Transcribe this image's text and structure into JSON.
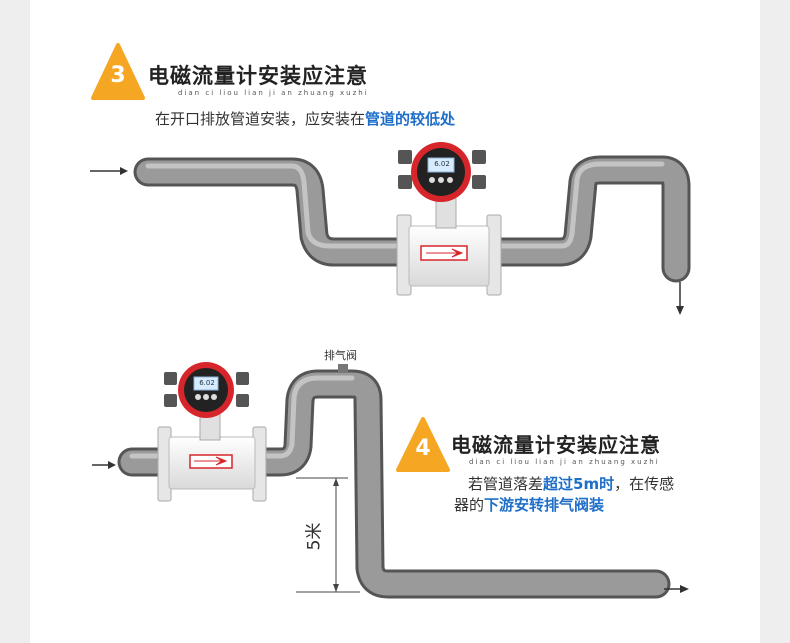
{
  "section3": {
    "badge": "3",
    "title": "电磁流量计安装应注意",
    "pinyin": "dian ci liou lian ji an zhuang xuzhi",
    "note_plain": "在开口排放管道安装，应安装在",
    "note_highlight": "管道的较低处",
    "meter_display": "6.02"
  },
  "section4": {
    "badge": "4",
    "title": "电磁流量计安装应注意",
    "pinyin": "dian ci liou lian ji an zhuang xuzhi",
    "note_line1_plain": "若管道落差",
    "note_line1_highlight": "超过5m时",
    "note_line1_tail": "，在传感",
    "note_line2_plain": "器的",
    "note_line2_highlight": "下游安转排气阀装",
    "vent_label": "排气阀",
    "distance_label": "5米",
    "meter_display": "6.02"
  },
  "colors": {
    "badge_orange": "#f5a623",
    "highlight_blue": "#1f6fc9",
    "pipe_gray": "#8c8c8c",
    "meter_red": "#d7262b"
  }
}
